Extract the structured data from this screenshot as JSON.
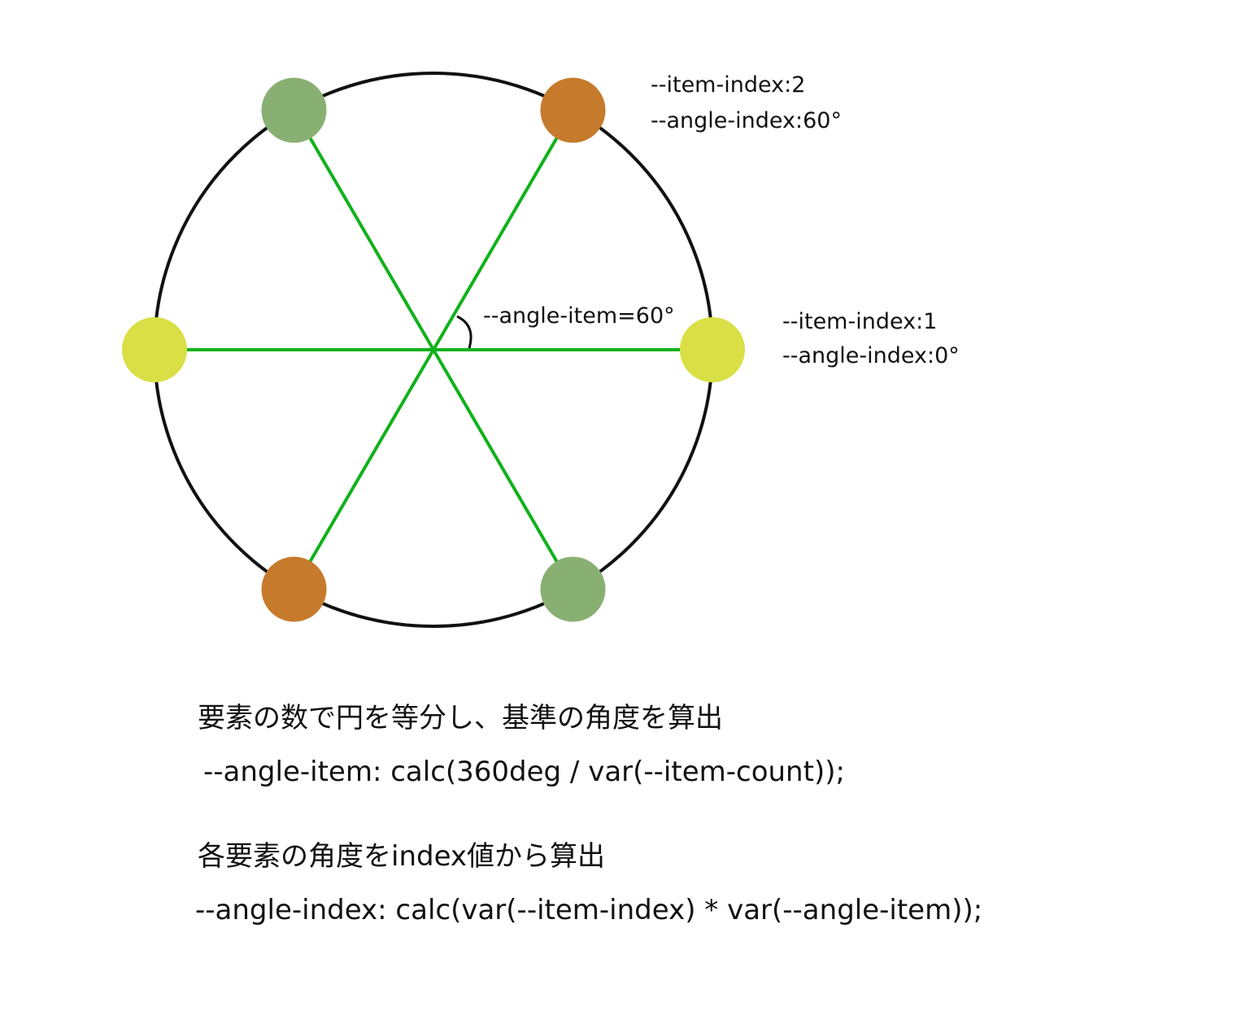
{
  "annotations": {
    "item2": {
      "item_index": "--item-index:2",
      "angle_index": "--angle-index:60°"
    },
    "item1": {
      "item_index": "--item-index:1",
      "angle_index": "--angle-index:0°"
    },
    "angle_item": "--angle-item=60°"
  },
  "captions": {
    "heading1": "要素の数で円を等分し、基準の角度を算出",
    "code1": "--angle-item: calc(360deg / var(--item-count));",
    "heading2": "各要素の角度をindex値から算出",
    "code2": "--angle-index: calc(var(--item-index) * var(--angle-item));"
  },
  "colors": {
    "circle": "#111111",
    "spokes": "#11b11b",
    "yellow": "#d9df45",
    "orange": "#c67a2c",
    "green": "#89b073"
  },
  "items": [
    {
      "color": "yellow"
    },
    {
      "color": "orange"
    },
    {
      "color": "green"
    },
    {
      "color": "yellow"
    },
    {
      "color": "orange"
    },
    {
      "color": "green"
    }
  ]
}
